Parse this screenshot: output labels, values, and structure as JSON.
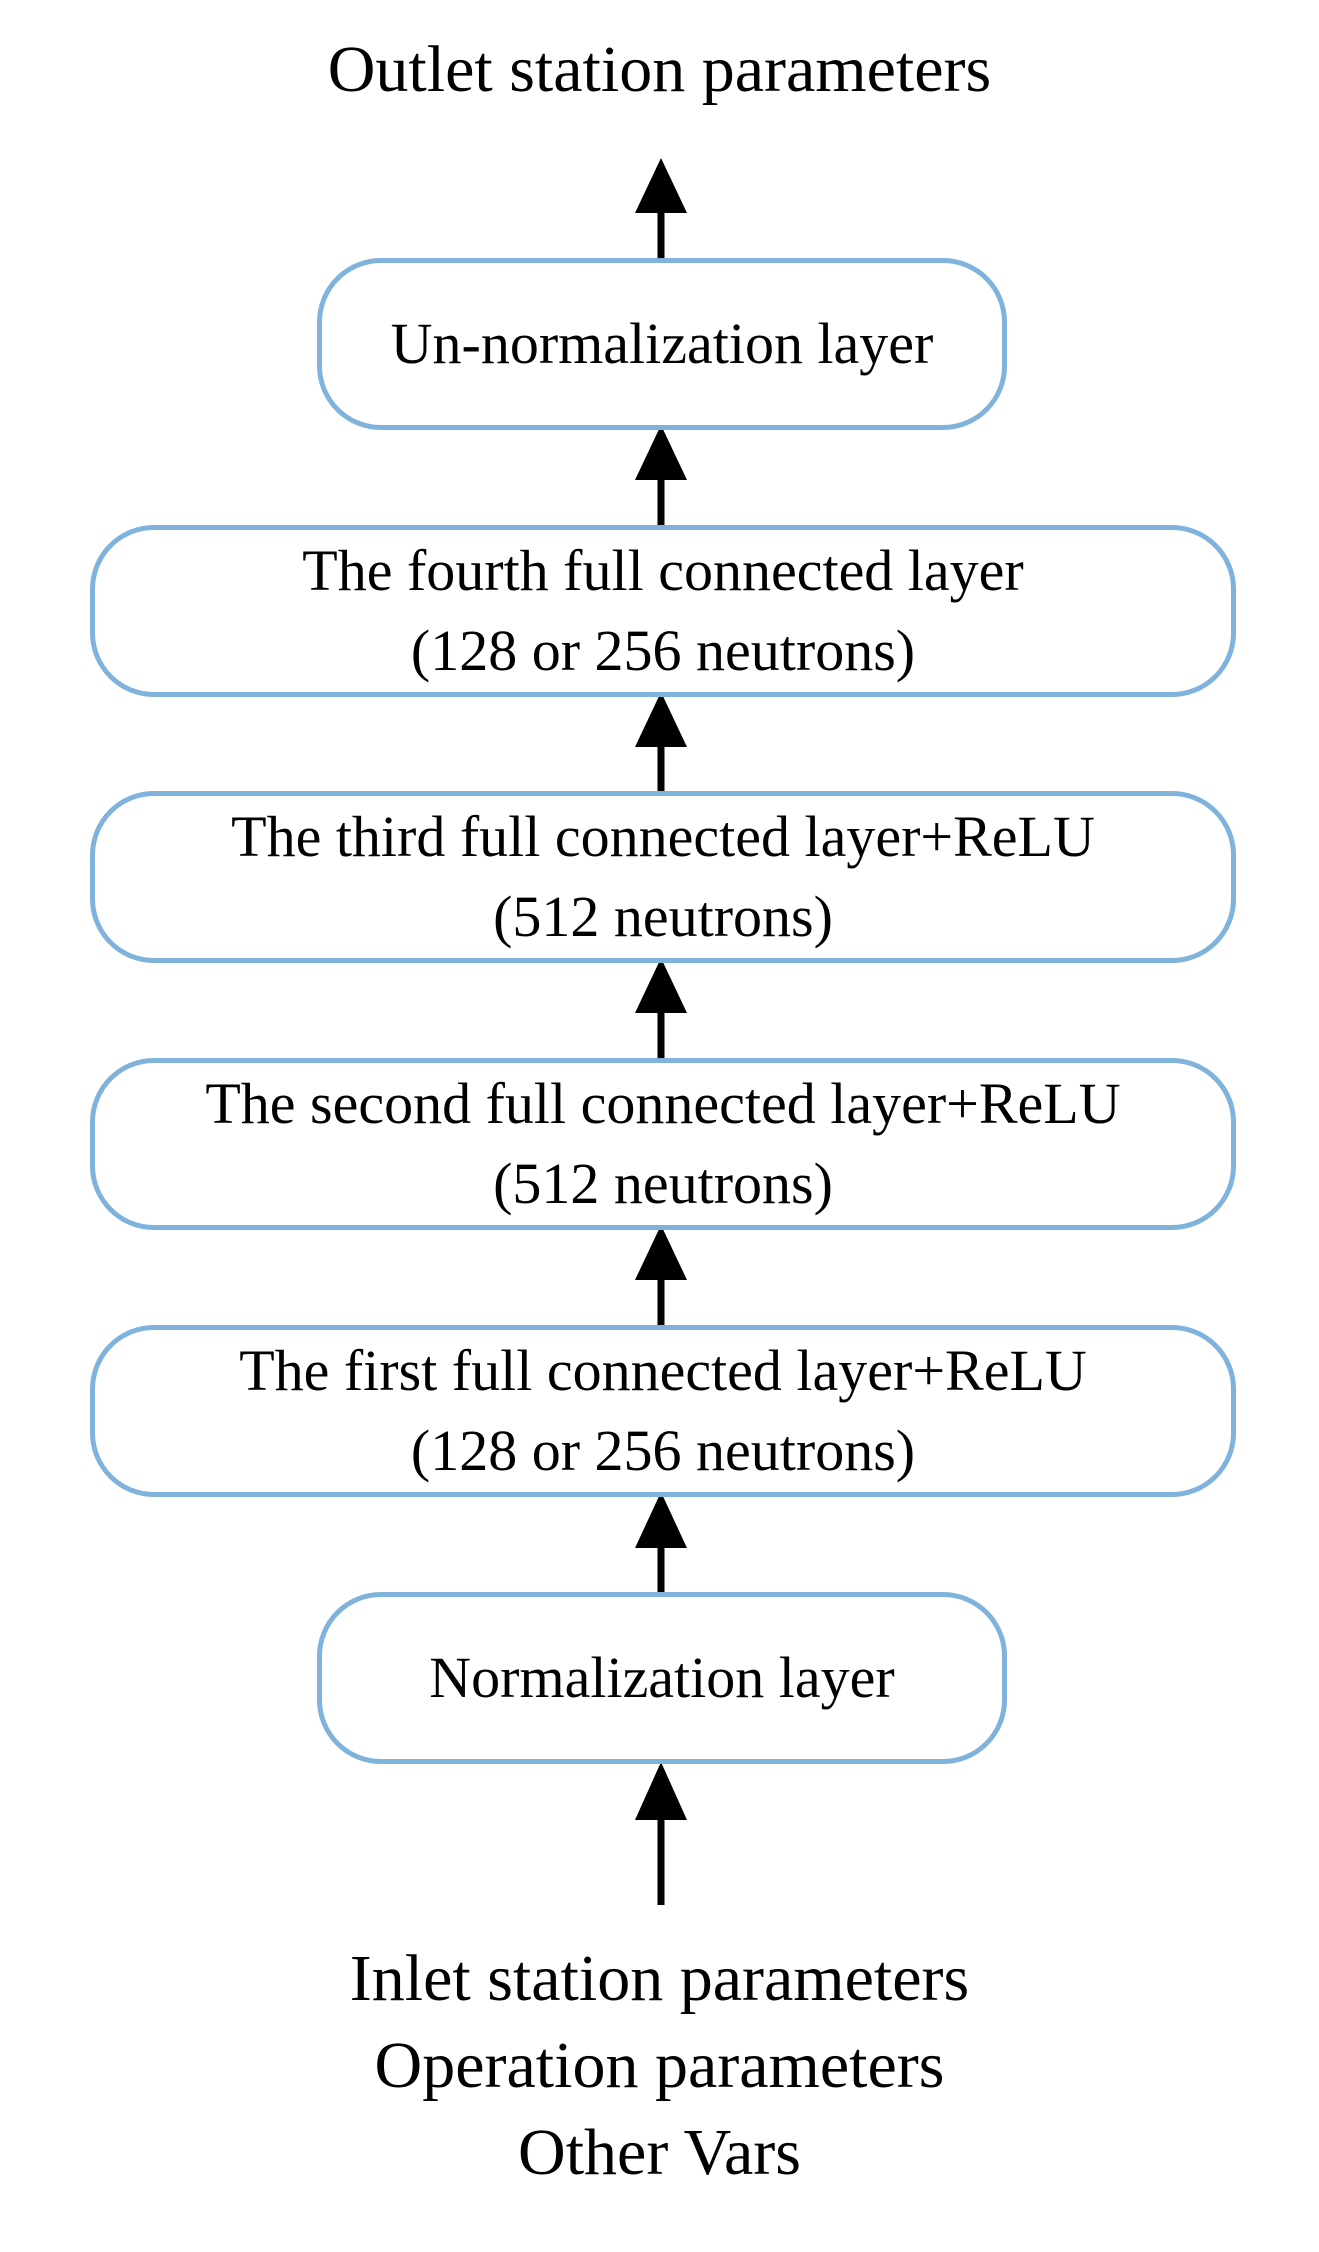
{
  "output_label": "Outlet station parameters",
  "layers": [
    {
      "id": "unnormalization",
      "line1": "Un-normalization layer",
      "line2": ""
    },
    {
      "id": "fc4",
      "line1": "The fourth full connected layer",
      "line2": "(128 or 256 neutrons)"
    },
    {
      "id": "fc3",
      "line1": "The third full connected layer+ReLU",
      "line2": "(512 neutrons)"
    },
    {
      "id": "fc2",
      "line1": "The second full connected layer+ReLU",
      "line2": "(512 neutrons)"
    },
    {
      "id": "fc1",
      "line1": "The first full connected layer+ReLU",
      "line2": "(128 or 256 neutrons)"
    },
    {
      "id": "normalization",
      "line1": "Normalization layer",
      "line2": ""
    }
  ],
  "input_labels": [
    "Inlet station parameters",
    "Operation parameters",
    "Other Vars"
  ],
  "colors": {
    "box_border": "#80b3db",
    "arrow": "#000000",
    "text": "#000000"
  }
}
